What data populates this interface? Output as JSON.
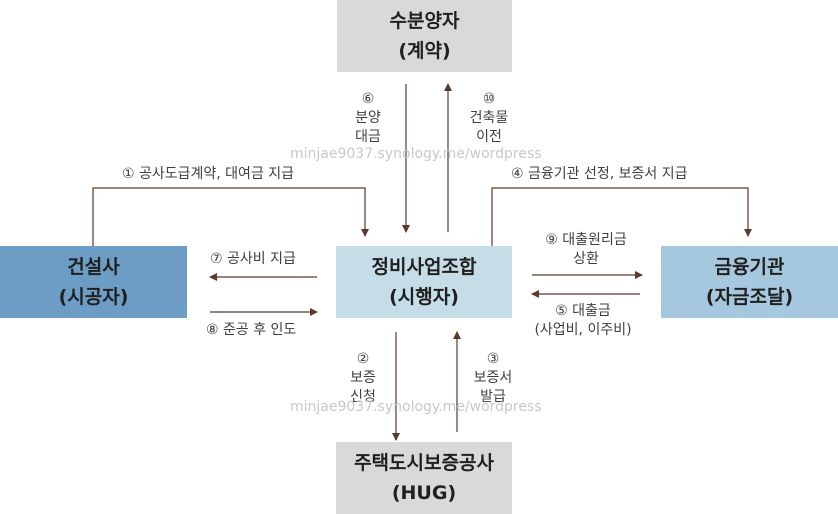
{
  "nodes": {
    "buyer": {
      "name": "수분양자",
      "role": "(계약)",
      "fill": "#d9d9d9"
    },
    "contractor": {
      "name": "건설사",
      "role": "(시공자)",
      "fill": "#6d9dc5"
    },
    "union": {
      "name": "정비사업조합",
      "role": "(시행자)",
      "fill": "#c5dde6"
    },
    "finance": {
      "name": "금융기관",
      "role": "(자금조달)",
      "fill": "#a6c8df"
    },
    "hug": {
      "name": "주택도시보증공사",
      "role": "(HUG)",
      "fill": "#d9d9d9"
    }
  },
  "flows": {
    "f1": {
      "text": "① 공사도급계약, 대여금 지급"
    },
    "f2": {
      "line1": "②",
      "line2": "보증",
      "line3": "신청"
    },
    "f3": {
      "line1": "③",
      "line2": "보증서",
      "line3": "발급"
    },
    "f4": {
      "text": "④ 금융기관 선정, 보증서 지급"
    },
    "f5": {
      "line1": "⑤ 대출금",
      "line2": "(사업비, 이주비)"
    },
    "f6": {
      "line1": "⑥",
      "line2": "분양",
      "line3": "대금"
    },
    "f7": {
      "text": "⑦ 공사비 지급"
    },
    "f8": {
      "text": "⑧ 준공 후 인도"
    },
    "f9": {
      "line1": "⑨ 대출원리금",
      "line2": "상환"
    },
    "f10": {
      "line1": "⑩",
      "line2": "건축물",
      "line3": "이전"
    }
  },
  "watermark": {
    "text": "minjae9037.synology.me/wordpress"
  },
  "colors": {
    "arrow": "#5a3a2a"
  }
}
